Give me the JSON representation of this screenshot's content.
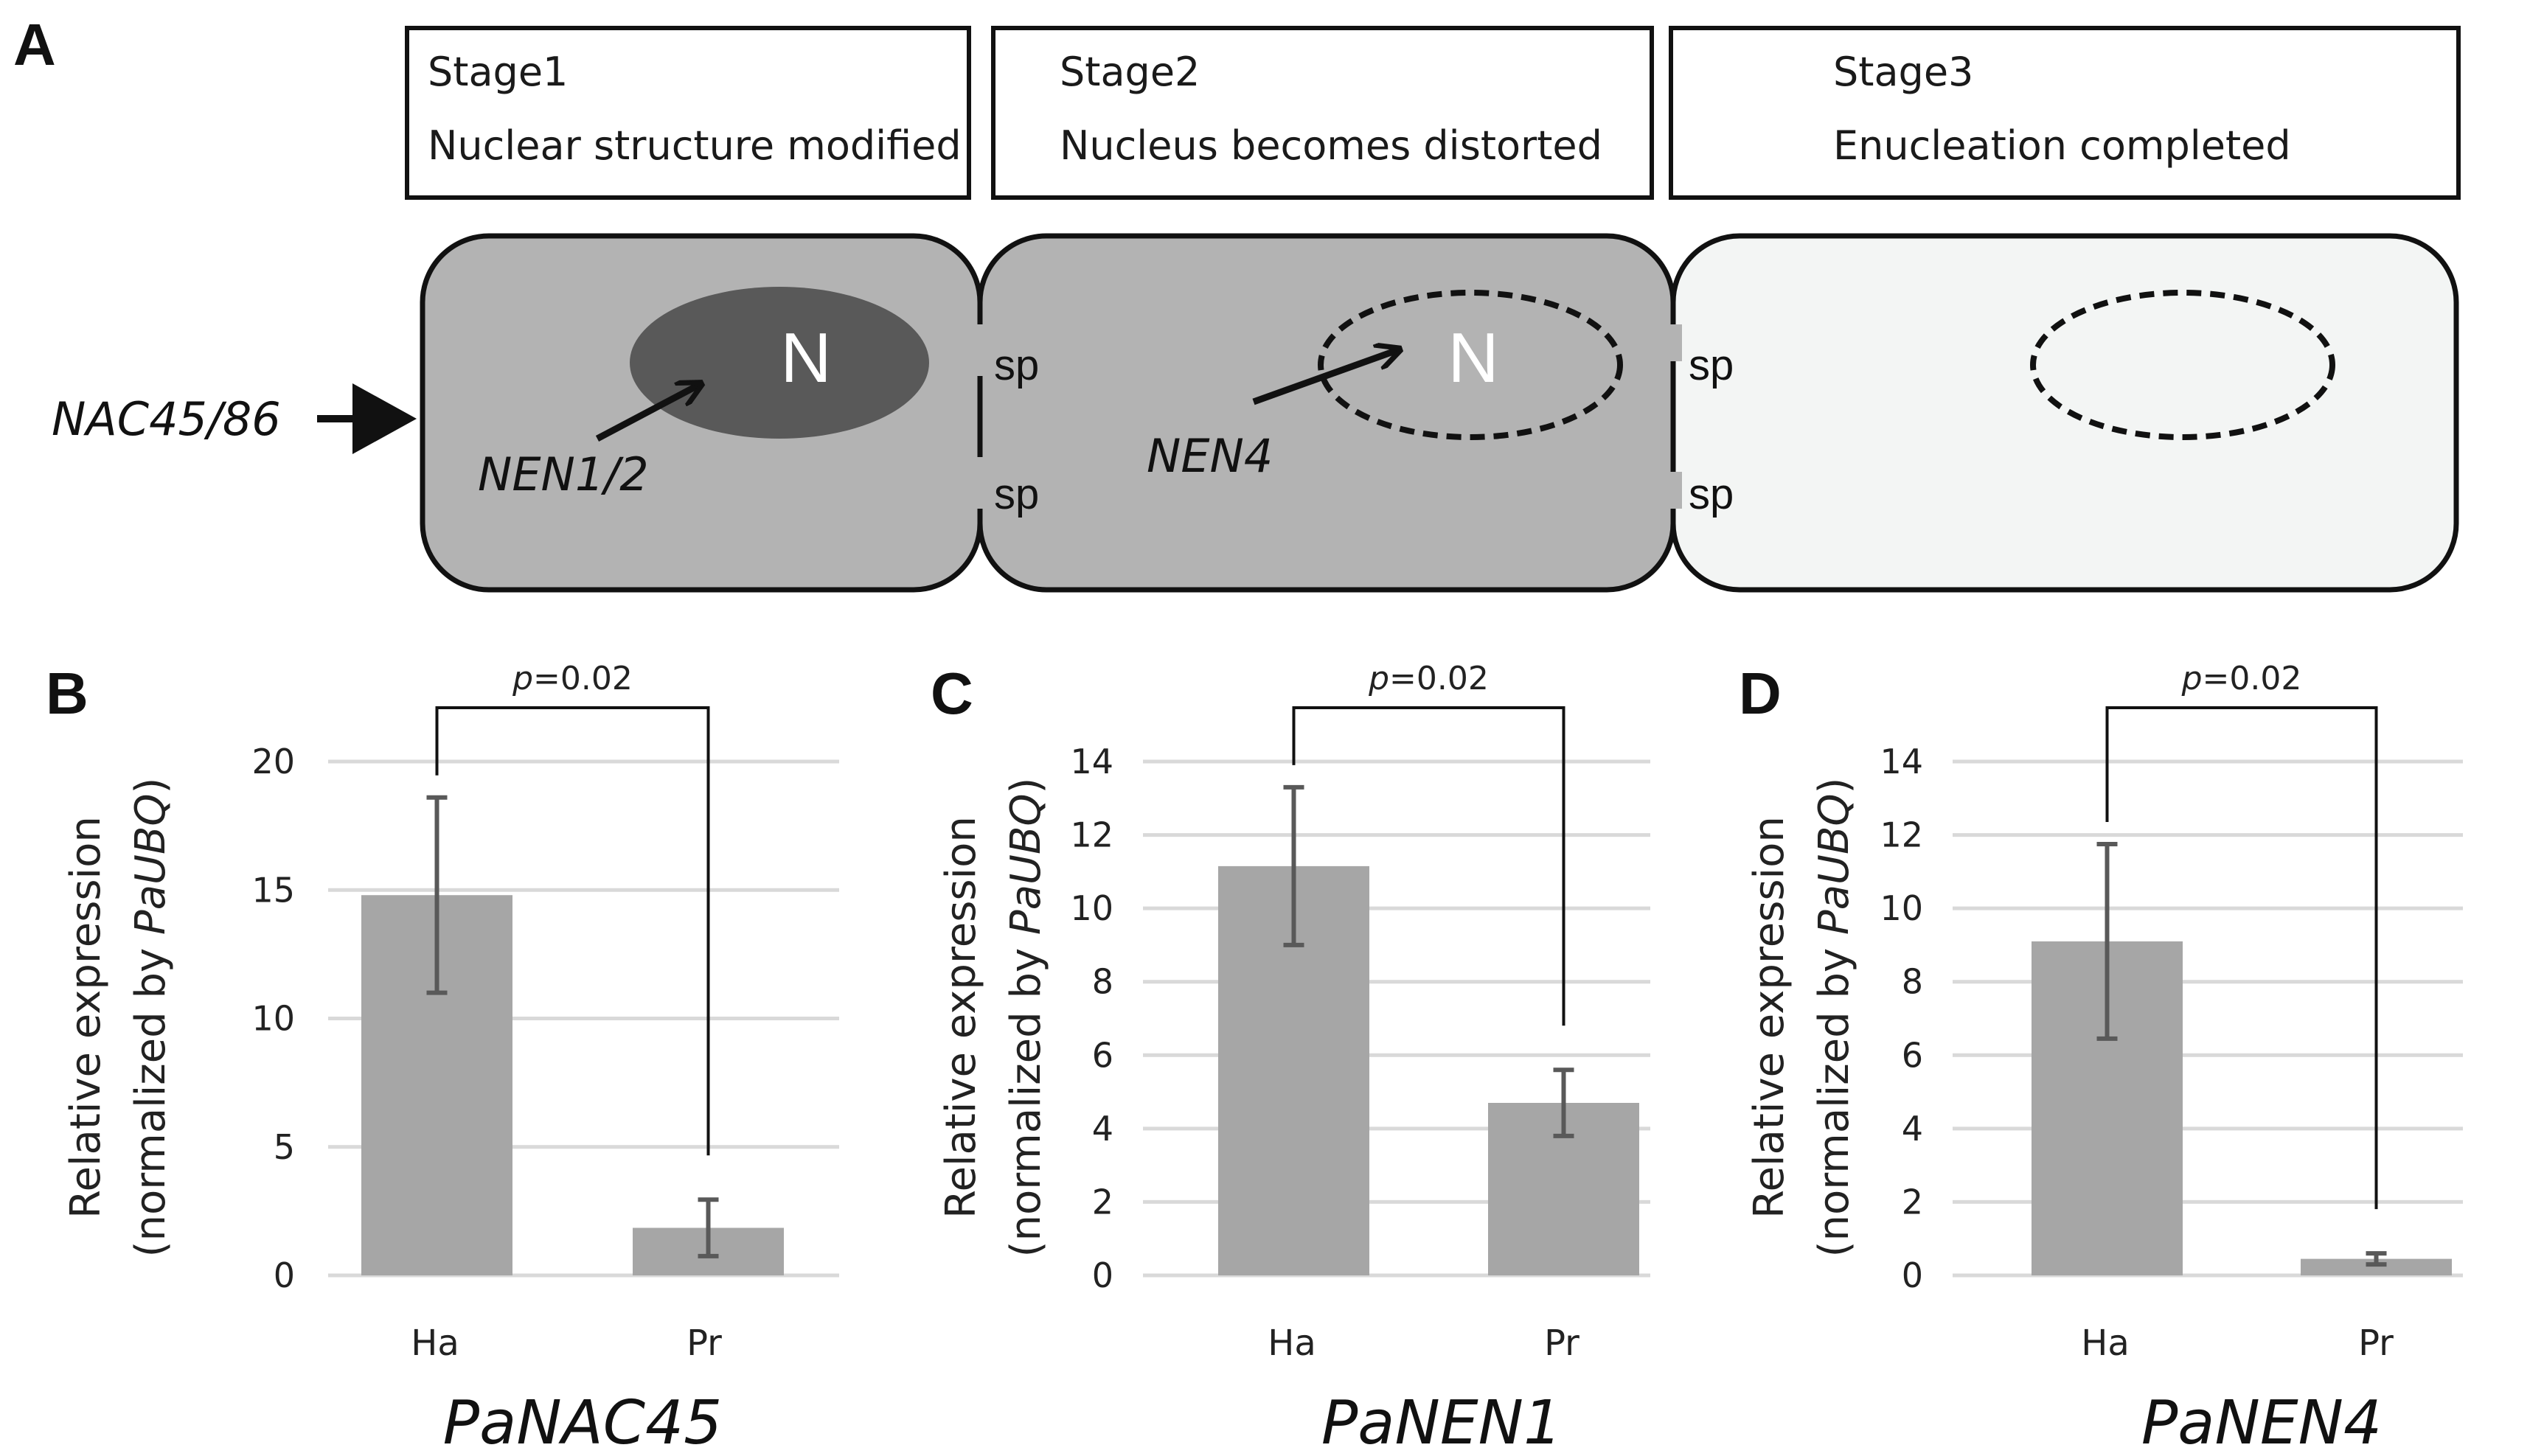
{
  "panel_a": {
    "letter": "A",
    "stages": [
      {
        "title": "Stage1",
        "desc": "Nuclear structure modified"
      },
      {
        "title": "Stage2",
        "desc": "Nucleus becomes distorted"
      },
      {
        "title": "Stage3",
        "desc": "Enucleation completed"
      }
    ],
    "nucleus_label": "N",
    "sieve_plate_label": "sp",
    "regulator_label": "NAC45/86",
    "gene_labels": [
      "NEN1/2",
      "NEN4"
    ],
    "colors": {
      "cell_gray": "#b3b3b3",
      "cell_light": "#f3f5f4",
      "nucleus_dark": "#595959"
    }
  },
  "y_axis_label": {
    "line1": "Relative expression",
    "line2_prefix": "(normalized by ",
    "line2_gene": "PaUBQ",
    "line2_suffix": ")"
  },
  "pvalue": {
    "symbol": "p",
    "text": "=0.02"
  },
  "chart_data": [
    {
      "panel": "B",
      "type": "bar",
      "title": "PaNAC45",
      "categories": [
        "Ha",
        "Pr"
      ],
      "values": [
        14.8,
        1.85
      ],
      "errors": [
        3.8,
        1.1
      ],
      "ylim": [
        0,
        20
      ],
      "yticks": [
        0,
        5,
        10,
        15,
        20
      ],
      "grid": true,
      "pvalue": "p=0.02"
    },
    {
      "panel": "C",
      "type": "bar",
      "title": "PaNEN1",
      "categories": [
        "Ha",
        "Pr"
      ],
      "values": [
        11.15,
        4.7
      ],
      "errors": [
        2.15,
        0.9
      ],
      "ylim": [
        0,
        14
      ],
      "yticks": [
        0,
        2,
        4,
        6,
        8,
        10,
        12,
        14
      ],
      "grid": true,
      "pvalue": "p=0.02"
    },
    {
      "panel": "D",
      "type": "bar",
      "title": "PaNEN4",
      "categories": [
        "Ha",
        "Pr"
      ],
      "values": [
        9.1,
        0.45
      ],
      "errors": [
        2.65,
        0.15
      ],
      "ylim": [
        0,
        14
      ],
      "yticks": [
        0,
        2,
        4,
        6,
        8,
        10,
        12,
        14
      ],
      "grid": true,
      "pvalue": "p=0.02"
    }
  ]
}
